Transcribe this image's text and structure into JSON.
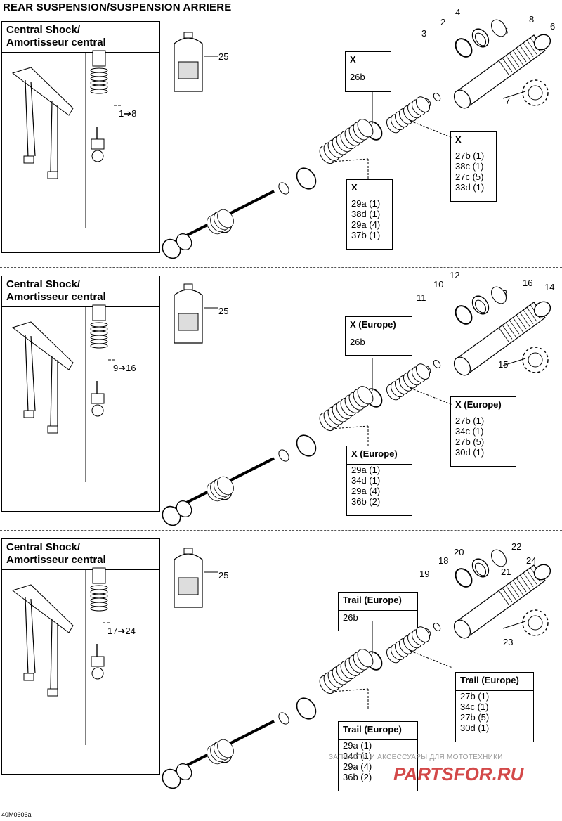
{
  "title": "REAR SUSPENSION/SUSPENSION ARRIERE",
  "sections": [
    {
      "inset_title_1": "Central Shock/",
      "inset_title_2": "Amortisseur central",
      "range_label": "1➔8",
      "bottle_ref": "25",
      "box_top": {
        "header": "X",
        "line": "26b"
      },
      "box_right": {
        "header": "X",
        "lines": [
          "27b (1)",
          "38c (1)",
          "27c (5)",
          "33d (1)"
        ]
      },
      "box_bottom": {
        "header": "X",
        "lines": [
          "29a (1)",
          "38d (1)",
          "29a (4)",
          "37b (1)"
        ]
      },
      "callouts": [
        "2",
        "3",
        "4",
        "5",
        "6",
        "7",
        "8"
      ]
    },
    {
      "inset_title_1": "Central Shock/",
      "inset_title_2": "Amortisseur central",
      "range_label": "9➔16",
      "bottle_ref": "25",
      "box_top": {
        "header": "X (Europe)",
        "line": "26b"
      },
      "box_right": {
        "header": "X (Europe)",
        "lines": [
          "27b (1)",
          "34c (1)",
          "27b (5)",
          "30d (1)"
        ]
      },
      "box_bottom": {
        "header": "X (Europe)",
        "lines": [
          "29a (1)",
          "34d (1)",
          "29a (4)",
          "36b (2)"
        ]
      },
      "callouts": [
        "10",
        "11",
        "12",
        "13",
        "14",
        "15",
        "16"
      ]
    },
    {
      "inset_title_1": "Central Shock/",
      "inset_title_2": "Amortisseur central",
      "range_label": "17➔24",
      "bottle_ref": "25",
      "box_top": {
        "header": "Trail (Europe)",
        "line": "26b"
      },
      "box_right": {
        "header": "Trail (Europe)",
        "lines": [
          "27b (1)",
          "34c (1)",
          "27b (5)",
          "30d (1)"
        ]
      },
      "box_bottom": {
        "header": "Trail (Europe)",
        "lines": [
          "29a (1)",
          "34d (1)",
          "29a (4)",
          "36b (2)"
        ]
      },
      "callouts": [
        "18",
        "19",
        "20",
        "21",
        "22",
        "23",
        "24"
      ]
    }
  ],
  "footer_code": "40M0606a",
  "watermark_small": "ЗАПЧАСТИ И АКСЕССУАРЫ ДЛЯ МОТОТЕХНИКИ",
  "watermark_logo": "PARTSFOR.RU"
}
